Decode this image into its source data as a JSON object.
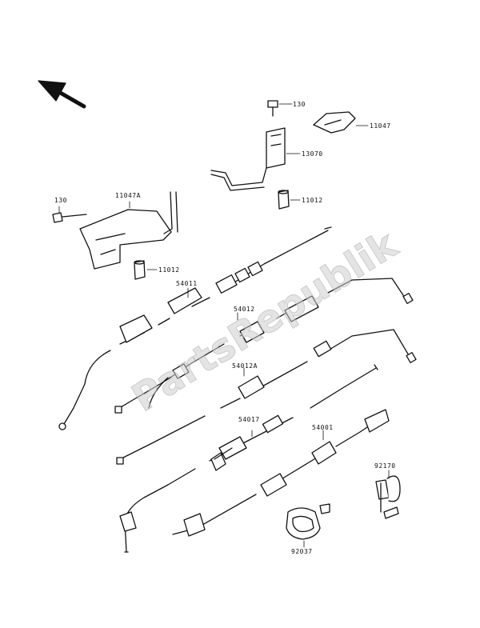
{
  "watermark": "PartsRepublik",
  "callouts": {
    "bolt_top": "130",
    "clamp_top": "11047",
    "bracket_top": "13070",
    "collar_top": "11012",
    "bolt_left": "130",
    "bracket_left": "11047A",
    "collar_left": "11012",
    "throttle_cable_1": "54011",
    "throttle_cable_2": "54012",
    "throttle_cable_3": "54012A",
    "clutch_cable": "54017",
    "speedo_cable": "54001",
    "clamp_right": "92170",
    "guide_bottom": "92037"
  },
  "colors": {
    "line": "#111111",
    "watermark": "#cfcfcf"
  }
}
